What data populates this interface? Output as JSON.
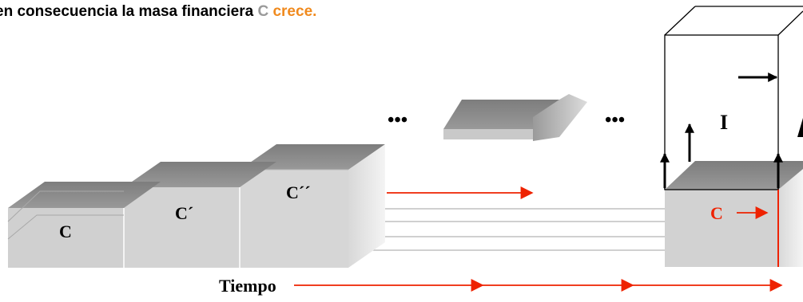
{
  "headline": {
    "prefix": "en consecuencia la masa financiera",
    "c_letter": "C",
    "grow_word": "crece."
  },
  "boxes": {
    "first_label": "C",
    "second_label": "C´",
    "third_label": "C´´",
    "last_label": "C",
    "column_label": "I"
  },
  "ellipsis_left": "•••",
  "ellipsis_right": "•••",
  "time_label": "Tiempo",
  "colors": {
    "box_top": "#8c8c8c",
    "box_front": "#d6d6d6",
    "box_side": "#eeeeee",
    "arrow_red": "#ee2200",
    "text_red": "#ee2200",
    "headline_orange": "#f08a1e",
    "headline_gray": "#9a9a9a"
  }
}
